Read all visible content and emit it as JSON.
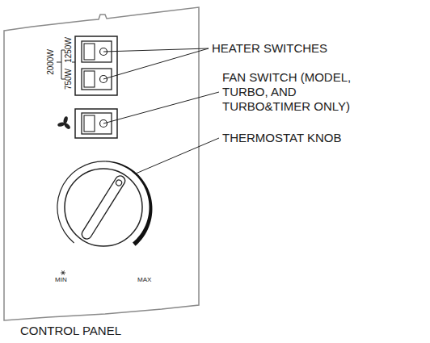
{
  "diagram": {
    "caption": "CONTROL PANEL",
    "labels": [
      "2000W",
      "1250W",
      "750W",
      "HEATER SWITCHES",
      "FAN SWITCH (MODEL, TURBO, AND TURBO&TIMER ONLY)",
      "THERMOSTAT KNOB",
      "MIN",
      "MAX"
    ]
  }
}
